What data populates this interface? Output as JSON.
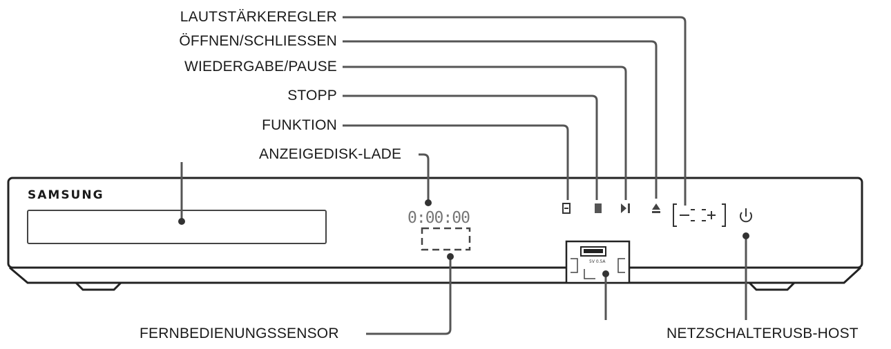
{
  "device": {
    "brand": "SAMSUNG",
    "display_digits": "0:00:00",
    "usb_port_label": "5V 0.5A"
  },
  "callouts": {
    "volume": "LAUTSTÄRKEREGLER",
    "open_close": "ÖFFNEN/SCHLIESSEN",
    "play_pause": "WIEDERGABE/PAUSE",
    "stop": "STOPP",
    "function": "FUNKTION",
    "display_disc_tray": "ANZEIGEDISK-LADE",
    "remote_sensor": "FERNBEDIENUNGSSENSOR",
    "power_usb": "NETZSCHALTERUSB-HOST"
  },
  "icons": [
    "function-icon",
    "stop-icon",
    "play-pause-icon",
    "eject-icon",
    "volume-minus-icon",
    "volume-plus-icon",
    "power-icon"
  ],
  "colors": {
    "line": "#555555",
    "text": "#1a1a1a",
    "device": "#222222"
  }
}
